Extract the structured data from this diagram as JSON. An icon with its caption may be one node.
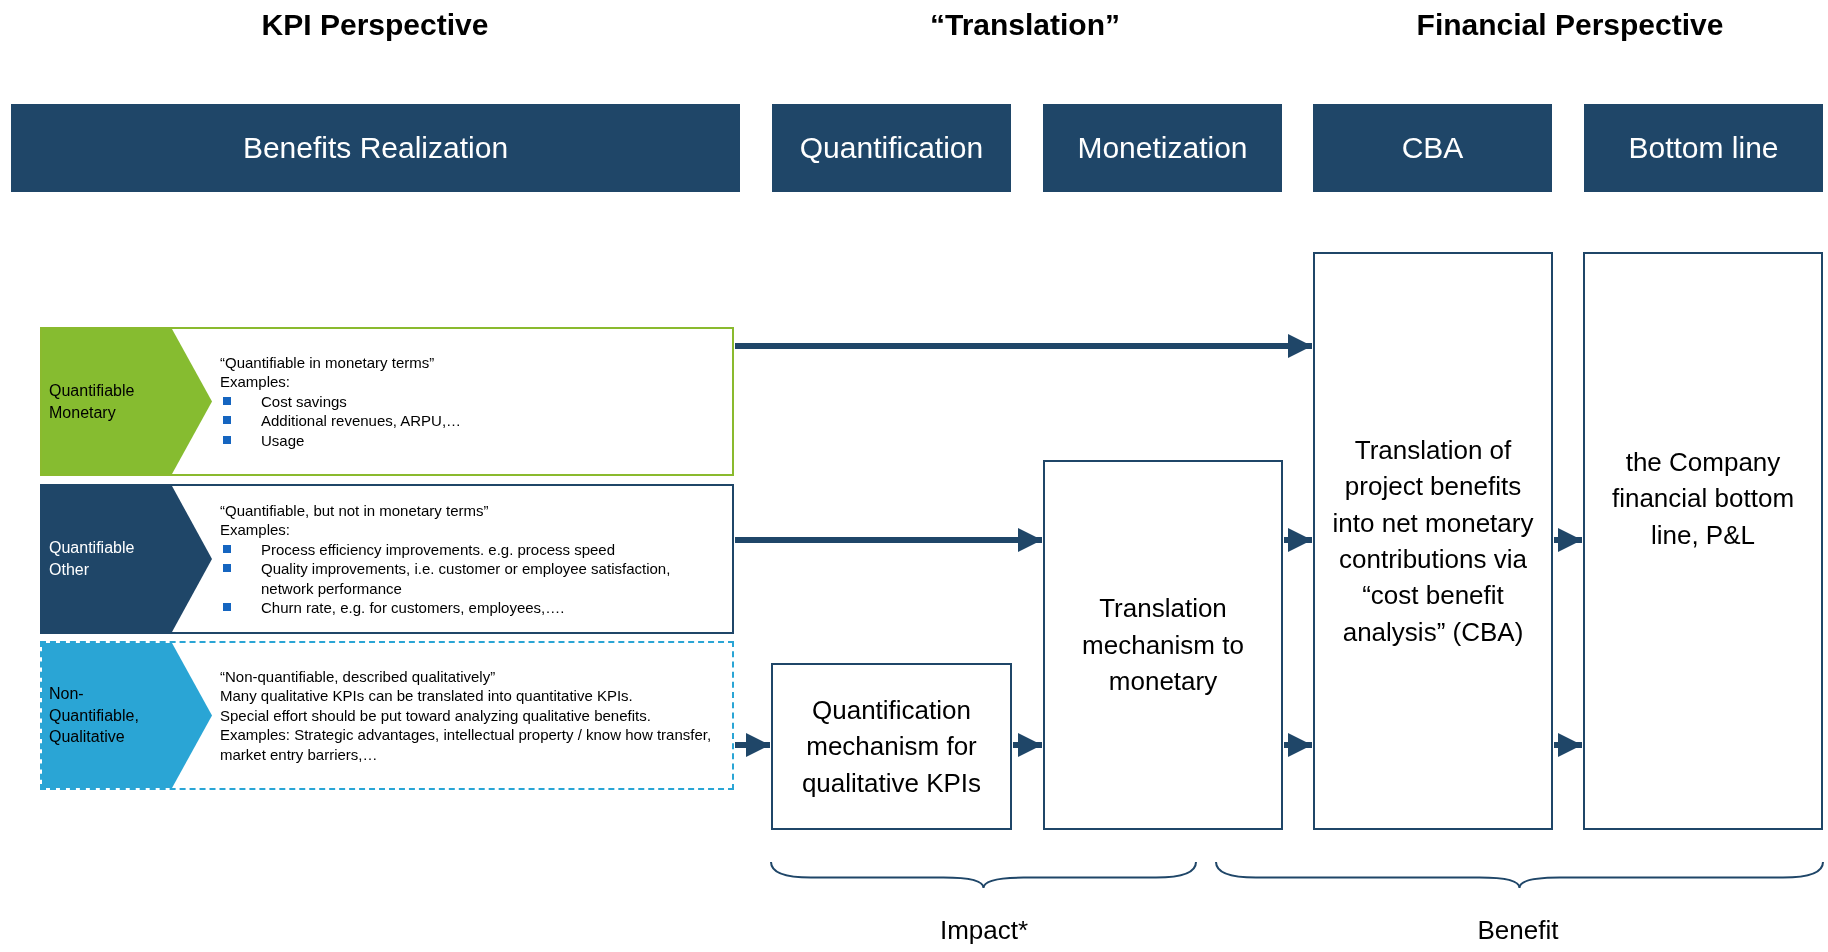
{
  "diagram": {
    "nodes": [
      {
        "text": [
          "Benefits Realization"
        ]
      },
      {
        "text": [
          "Quantification"
        ]
      },
      {
        "text": [
          "Monetization"
        ]
      },
      {
        "text": [
          "CBA"
        ]
      },
      {
        "text": [
          "Bottom line"
        ]
      },
      {
        "text": [
          "“Quantifiable in monetary terms”",
          "Examples:",
          "Cost savings",
          "Additional revenues,  ARPU,…",
          "Usage"
        ]
      },
      {
        "text": [
          "Quantifiable Monetary"
        ],
        "in": 5
      },
      {
        "text": [
          "“Quantifiable, but not in monetary terms”",
          "Examples:",
          "Process efficiency improvements. e.g. process speed",
          "Quality improvements, i.e. customer or employee satisfaction, network performance",
          "Churn rate, e.g.  for customers, employees,…."
        ]
      },
      {
        "text": [
          "Quantifiable Other"
        ],
        "in": 7
      },
      {
        "text": [
          "“Non-quantifiable, described qualitatively”",
          "Many qualitative KPIs can be translated into quantitative KPIs.",
          "Special effort should be put toward analyzing qualitative benefits.",
          "Examples: Strategic advantages, intellectual property / know how transfer, market entry barriers,…"
        ]
      },
      {
        "text": [
          "Non-Quantifiable, Qualitative"
        ],
        "in": 9
      },
      {
        "text": [
          "Translation of project benefits into net monetary contributions via “cost benefit analysis” (CBA)"
        ]
      },
      {
        "text": [
          "the Company financial bottom line, P&L"
        ]
      },
      {
        "text": [
          "Translation mechanism to monetary"
        ]
      },
      {
        "text": [
          "Quantification mechanism for qualitative KPIs"
        ]
      }
    ],
    "edges": [
      {
        "from": 5,
        "to": 11,
        "arrow": "to"
      },
      {
        "from": 7,
        "to": 13,
        "arrow": "to"
      },
      {
        "from": 13,
        "to": 11,
        "arrow": "to"
      },
      {
        "from": 11,
        "to": 12,
        "arrow": "to"
      },
      {
        "from": 9,
        "to": 14,
        "arrow": "to"
      },
      {
        "from": 14,
        "to": 13,
        "arrow": "to"
      },
      {
        "from": 13,
        "to": 11,
        "arrow": "to"
      },
      {
        "from": 11,
        "to": 12,
        "arrow": "to"
      }
    ],
    "labels": [
      "KPI Perspective",
      "“Translation”",
      "Financial Perspective",
      "Impact*",
      "Benefit"
    ]
  }
}
